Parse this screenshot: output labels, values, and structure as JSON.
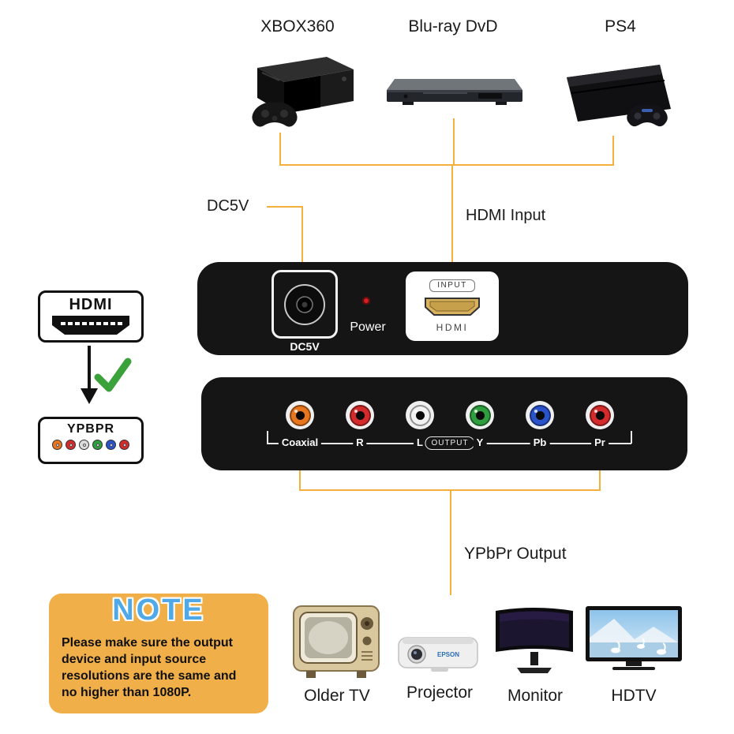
{
  "sources": {
    "xbox": {
      "label": "XBOX360"
    },
    "bluray": {
      "label": "Blu-ray DvD"
    },
    "ps4": {
      "label": "PS4"
    }
  },
  "callouts": {
    "dc5v": "DC5V",
    "hdmi_input": "HDMI Input",
    "ypbpr_output": "YPbPr Output"
  },
  "converter_top": {
    "dc_label": "DC5V",
    "power_label": "Power",
    "input_badge": "INPUT",
    "hdmi_port_label": "HDMI"
  },
  "converter_front": {
    "output_badge": "OUTPUT",
    "ports": [
      {
        "label": "Coaxial",
        "color": "#E8761F"
      },
      {
        "label": "R",
        "color": "#D32B2B"
      },
      {
        "label": "L",
        "color": "#F2F2F2"
      },
      {
        "label": "Y",
        "color": "#2F9E3F"
      },
      {
        "label": "Pb",
        "color": "#2B53C9"
      },
      {
        "label": "Pr",
        "color": "#D32B2B"
      }
    ]
  },
  "legend": {
    "hdmi_label": "HDMI",
    "ypbpr_label": "YPBPR",
    "ypbpr_colors": [
      "#E8761F",
      "#D32B2B",
      "#DCDCDC",
      "#2F9E3F",
      "#2B53C9",
      "#D32B2B"
    ]
  },
  "note": {
    "title": "NOTE",
    "lines": [
      "Please make sure the output",
      "device and input source",
      "resolutions are the same and",
      "no higher than 1080P."
    ]
  },
  "outputs": {
    "older_tv": {
      "label": "Older TV"
    },
    "projector": {
      "label": "Projector",
      "brand": "EPSON"
    },
    "monitor": {
      "label": "Monitor"
    },
    "hdtv": {
      "label": "HDTV"
    }
  },
  "colors": {
    "wire": "#F5AF3D",
    "device_body": "#151515",
    "note_bg": "#F0AF49",
    "note_title": "#4FA8E8",
    "check": "#3BA23B"
  }
}
